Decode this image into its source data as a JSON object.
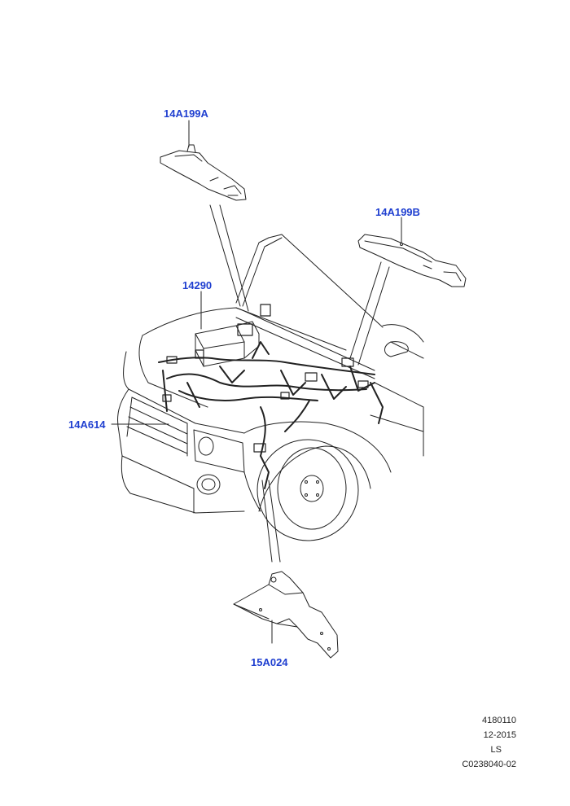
{
  "callouts": {
    "c1": "14A199A",
    "c2": "14A199B",
    "c3": "14290",
    "c4": "14A614",
    "c5": "15A024"
  },
  "meta": {
    "line1": "4180110",
    "line2": "12-2015",
    "line3": "LS",
    "line4": "C0238040-02"
  },
  "colors": {
    "callout": "#1f3fd0",
    "line": "#222222"
  }
}
